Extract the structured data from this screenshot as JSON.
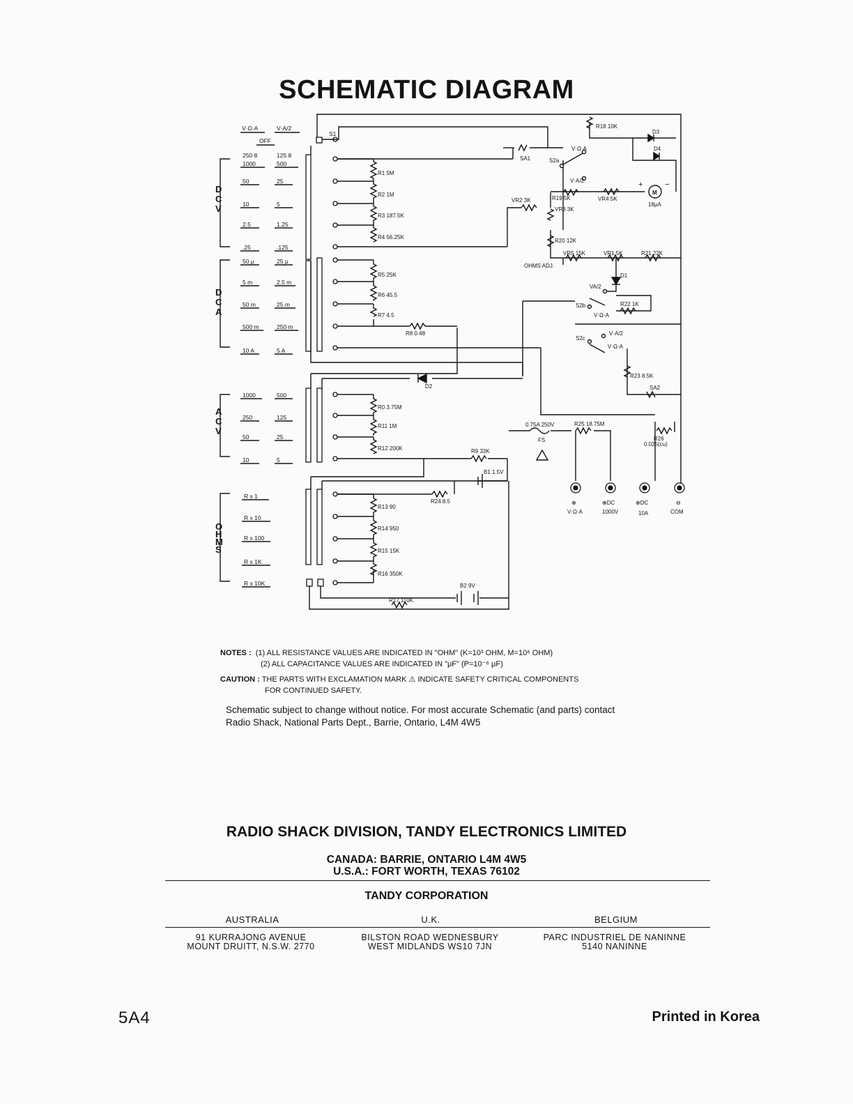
{
  "title": "SCHEMATIC DIAGRAM",
  "schematic": {
    "switch_positions": [
      "V·Ω·A",
      "V·A/2"
    ],
    "off_label": "OFF",
    "s1": "S1",
    "groups": {
      "dcv": {
        "label": "D C V",
        "rows": [
          [
            "250 8",
            "125 8"
          ],
          [
            "1000",
            "500"
          ],
          [
            "50",
            "25"
          ],
          [
            "10",
            "5"
          ],
          [
            "2.5",
            "1.25"
          ],
          [
            ".25",
            ".125"
          ]
        ]
      },
      "dca": {
        "label": "D C A",
        "rows": [
          [
            "50 μ",
            "25 μ"
          ],
          [
            "5 m",
            "2.5 m"
          ],
          [
            "50 m",
            "25 m"
          ],
          [
            "500 m",
            "250 m"
          ],
          [
            "10 A",
            "5 A"
          ]
        ]
      },
      "acv": {
        "label": "A C V",
        "rows": [
          [
            "1000",
            "500"
          ],
          [
            "250",
            "125"
          ],
          [
            "50",
            "25"
          ],
          [
            "10",
            "5"
          ]
        ]
      },
      "ohms": {
        "label": "O H M S",
        "rows": [
          [
            "R x 1"
          ],
          [
            "R x 10"
          ],
          [
            "R x 100"
          ],
          [
            "R x 1K"
          ],
          [
            "R x 10K"
          ]
        ]
      }
    },
    "resistors": {
      "r1": "R1  5M",
      "r2": "R2  1M",
      "r3": "R3  187.5K",
      "r4": "R4  56.25K",
      "r5": "R5  25K",
      "r6": "R6  45.5",
      "r7": "R7  4.5",
      "r8": "R8  0.48",
      "r0": "R0  3.75M",
      "r11": "R11  1M",
      "r12": "R12  200K",
      "r13": "R13  90",
      "r14": "R14  950",
      "r15": "R15  15K",
      "r16": "R16  350K",
      "r17": "R17  110K",
      "r24": "R24 8.5",
      "r9": "R9  33K",
      "r18": "R18  10K",
      "r19": "R19  5K",
      "vr4": "VR4  5K",
      "vr2": "VR2  3K",
      "vr3": "VR3  3K",
      "r20": "R20  12K",
      "vr5": "VR5  15K",
      "vr1": "VR1  5K",
      "r21": "R21 22K",
      "r22": "R22  1K",
      "r23": "R23  8.5K",
      "r25": "R25  18.75M",
      "r26": "R26",
      "r26_val": "0.025(cu)"
    },
    "misc": {
      "ohms_adj": "OHMS ADJ.",
      "sa1": "SA1",
      "sa2": "SA2",
      "s2a": "S2a",
      "s2b": "S2b",
      "s2c": "S2c",
      "vol_a": "V·Ω·A",
      "va2": "V·A/2",
      "va2b": "VA/2",
      "d1": "D1",
      "d2": "D2",
      "d3": "D3",
      "d4": "D4",
      "meter": "M",
      "meter_val": "18μA",
      "plus": "+",
      "minus": "−",
      "fuse": "0.75A 250V",
      "fs": "FS",
      "b1": "B1  1.5V",
      "b2": "B2  9V"
    },
    "terminals": [
      {
        "top": "⊕",
        "bottom": "V·Ω·A"
      },
      {
        "top": "⊕DC",
        "bottom": "1000V"
      },
      {
        "top": "⊕DC",
        "bottom": "10A"
      },
      {
        "top": "⊖",
        "bottom": "COM"
      }
    ]
  },
  "notes": {
    "label": "NOTES :",
    "n1": "(1)  ALL RESISTANCE VALUES ARE INDICATED IN \"OHM\" (K=10³ OHM, M=10⁶ OHM)",
    "n2": "(2)  ALL CAPACITANCE VALUES ARE INDICATED IN \"μF\" (P=10⁻⁶ μF)",
    "caution_label": "CAUTION :",
    "caution": "THE PARTS WITH EXCLAMATION MARK ⚠ INDICATE SAFETY CRITICAL COMPONENTS",
    "caution2": "FOR CONTINUED SAFETY.",
    "subject": "Schematic subject to change without notice.  For most accurate Schematic (and parts) contact Radio Shack, National Parts Dept., Barrie, Ontario, L4M 4W5"
  },
  "company": "RADIO SHACK DIVISION, TANDY ELECTRONICS LIMITED",
  "canada": "CANADA: BARRIE, ONTARIO L4M 4W5",
  "usa": "U.S.A.: FORT WORTH, TEXAS 76102",
  "corporation": "TANDY CORPORATION",
  "offices": [
    {
      "country": "AUSTRALIA",
      "line1": "91 KURRAJONG AVENUE",
      "line2": "MOUNT DRUITT, N.S.W. 2770"
    },
    {
      "country": "U.K.",
      "line1": "BILSTON ROAD  WEDNESBURY",
      "line2": "WEST MIDLANDS WS10 7JN"
    },
    {
      "country": "BELGIUM",
      "line1": "PARC INDUSTRIEL DE NANINNE",
      "line2": "5140 NANINNE"
    }
  ],
  "page_code": "5A4",
  "printed": "Printed in Korea"
}
